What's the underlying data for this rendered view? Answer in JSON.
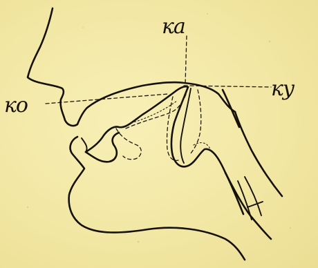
{
  "labels": {
    "ka": "ка",
    "ko": "ко",
    "ku": "ку"
  },
  "colors": {
    "paper": "#f3eaa8",
    "ink": "#151008"
  }
}
